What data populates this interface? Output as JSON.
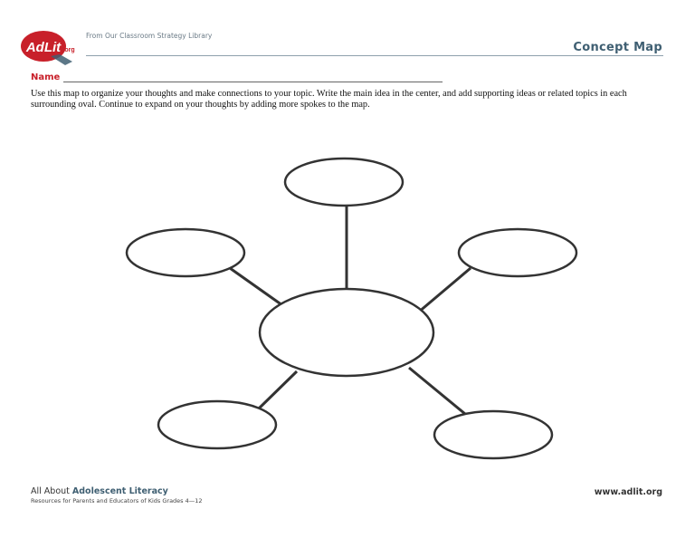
{
  "header": {
    "logo_text": "AdLit",
    "logo_suffix": ".org",
    "tagline": "From Our Classroom Strategy Library",
    "title": "Concept Map"
  },
  "form": {
    "name_label": "Name"
  },
  "instructions": "Use this map to organize your thoughts and make connections to your topic. Write the main idea in the center, and add supporting ideas or related topics in each surrounding oval. Continue to expand on your thoughts by adding more spokes to the map.",
  "footer": {
    "brand_prefix": "All About ",
    "brand_name": "Adolescent Literacy",
    "subtitle": "Resources for Parents and Educators of Kids Grades 4—12",
    "url": "www.adlit.org"
  },
  "colors": {
    "brand_red": "#c8202a",
    "title_blue": "#3f5f72"
  }
}
